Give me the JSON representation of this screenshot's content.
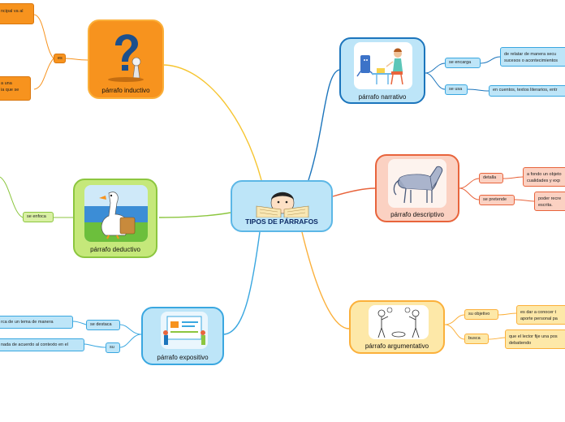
{
  "central": {
    "title": "TIPOS DE PÁRRAFOS"
  },
  "topics": {
    "inductivo": {
      "title": "párrafo inductivo",
      "image": "question-mark-figure-icon"
    },
    "deductivo": {
      "title": "párrafo deductivo",
      "image": "goose-with-book-icon"
    },
    "expositivo": {
      "title": "párrafo expositivo",
      "image": "presentation-board-icon"
    },
    "narrativo": {
      "title": "párrafo narrativo",
      "image": "storytelling-people-icon"
    },
    "descriptivo": {
      "title": "párrafo descriptivo",
      "image": "horse-sketch-icon"
    },
    "argumentativo": {
      "title": "párrafo argumentativo",
      "image": "debating-people-icon"
    }
  },
  "inductivo": {
    "connector": "es",
    "leaves": [
      "ncipal va al",
      "a una\nia que se"
    ]
  },
  "deductivo": {
    "connector": "se enfoca"
  },
  "expositivo": {
    "branches": [
      {
        "label": "se destaca",
        "leaf": "rca de un tema de manera"
      },
      {
        "label": "su",
        "leaf": "nada de acuerdo al contexto en el"
      }
    ]
  },
  "narrativo": {
    "branches": [
      {
        "label": "se encarga",
        "leaf": "de relatar de manera secu\nsucesos o acontecimientos"
      },
      {
        "label": "se usa",
        "leaf": "en cuentos, textos literarios, entr"
      }
    ]
  },
  "descriptivo": {
    "branches": [
      {
        "label": "detalla",
        "leaf": "a fondo un objeto\ncualidades y exp"
      },
      {
        "label": "se pretende",
        "leaf": "poder recre\nescrita."
      }
    ]
  },
  "argumentativo": {
    "branches": [
      {
        "label": "su objetivo",
        "leaf": "es dar a conocer t\naporte personal pa"
      },
      {
        "label": "busca",
        "leaf": "que el lector fije una pos\ndebatiendo"
      }
    ]
  },
  "colors": {
    "central_fill": "#bde5f8",
    "central_border": "#5cb7e6",
    "orange": "#f7931e",
    "orange_light": "#fbb03b",
    "green": "#8cc63f",
    "green_light": "#d9f0a3",
    "blue": "#1c75bc",
    "blue_light": "#bde5f8",
    "red": "#e8643c",
    "red_light": "#fbd1c2",
    "yellow": "#fbb03b",
    "yellow_light": "#fde8a8"
  }
}
